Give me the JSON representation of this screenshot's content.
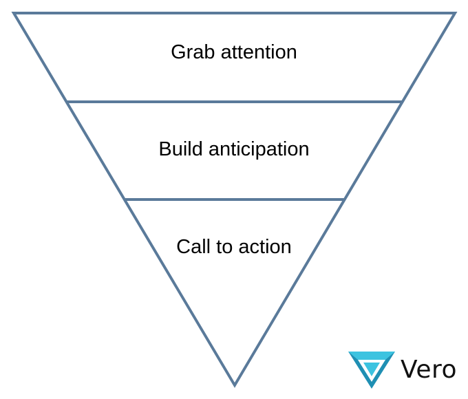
{
  "diagram": {
    "stages": [
      {
        "label": "Grab attention"
      },
      {
        "label": "Build anticipation"
      },
      {
        "label": "Call to action"
      }
    ],
    "stroke_color": "#5a7a9a"
  },
  "logo": {
    "text": "Vero",
    "icon": "vero-triangle-icon",
    "colors": [
      "#3cc3e0",
      "#1f8fb3"
    ]
  }
}
